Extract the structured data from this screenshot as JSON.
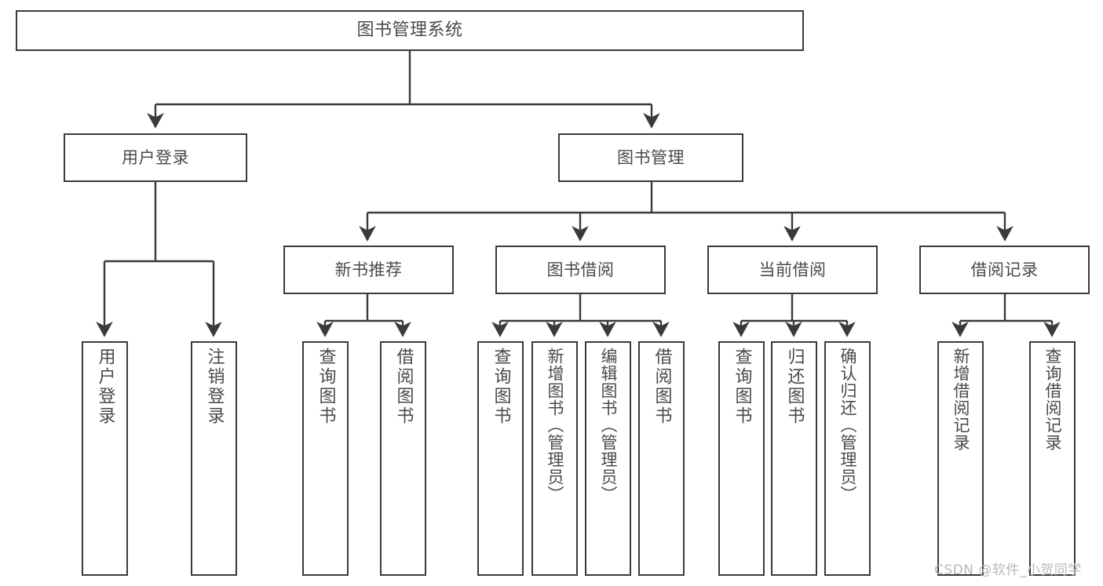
{
  "diagram": {
    "title": "图书管理系统",
    "type": "tree-hierarchy-chart",
    "stroke_color": "#3a3a3a",
    "text_color": "#4a4a4a",
    "background": "#ffffff",
    "watermark": "CSDN @软件_小贺同学"
  },
  "nodes": {
    "root": {
      "label": "图书管理系统"
    },
    "level2": [
      {
        "label": "用户登录"
      },
      {
        "label": "图书管理"
      }
    ],
    "level3": [
      {
        "label": "新书推荐"
      },
      {
        "label": "图书借阅"
      },
      {
        "label": "当前借阅"
      },
      {
        "label": "借阅记录"
      }
    ],
    "leaves": {
      "user_login": [
        {
          "label": "用户登录"
        },
        {
          "label": "注销登录"
        }
      ],
      "new_book_rec": [
        {
          "label": "查询图书"
        },
        {
          "label": "借阅图书"
        }
      ],
      "book_borrow": [
        {
          "label": "查询图书"
        },
        {
          "label": "新增图书（管理员）"
        },
        {
          "label": "编辑图书（管理员）"
        },
        {
          "label": "借阅图书"
        }
      ],
      "current_borrow": [
        {
          "label": "查询图书"
        },
        {
          "label": "归还图书"
        },
        {
          "label": "确认归还（管理员）"
        }
      ],
      "borrow_record": [
        {
          "label": "新增借阅记录"
        },
        {
          "label": "查询借阅记录"
        }
      ]
    }
  }
}
